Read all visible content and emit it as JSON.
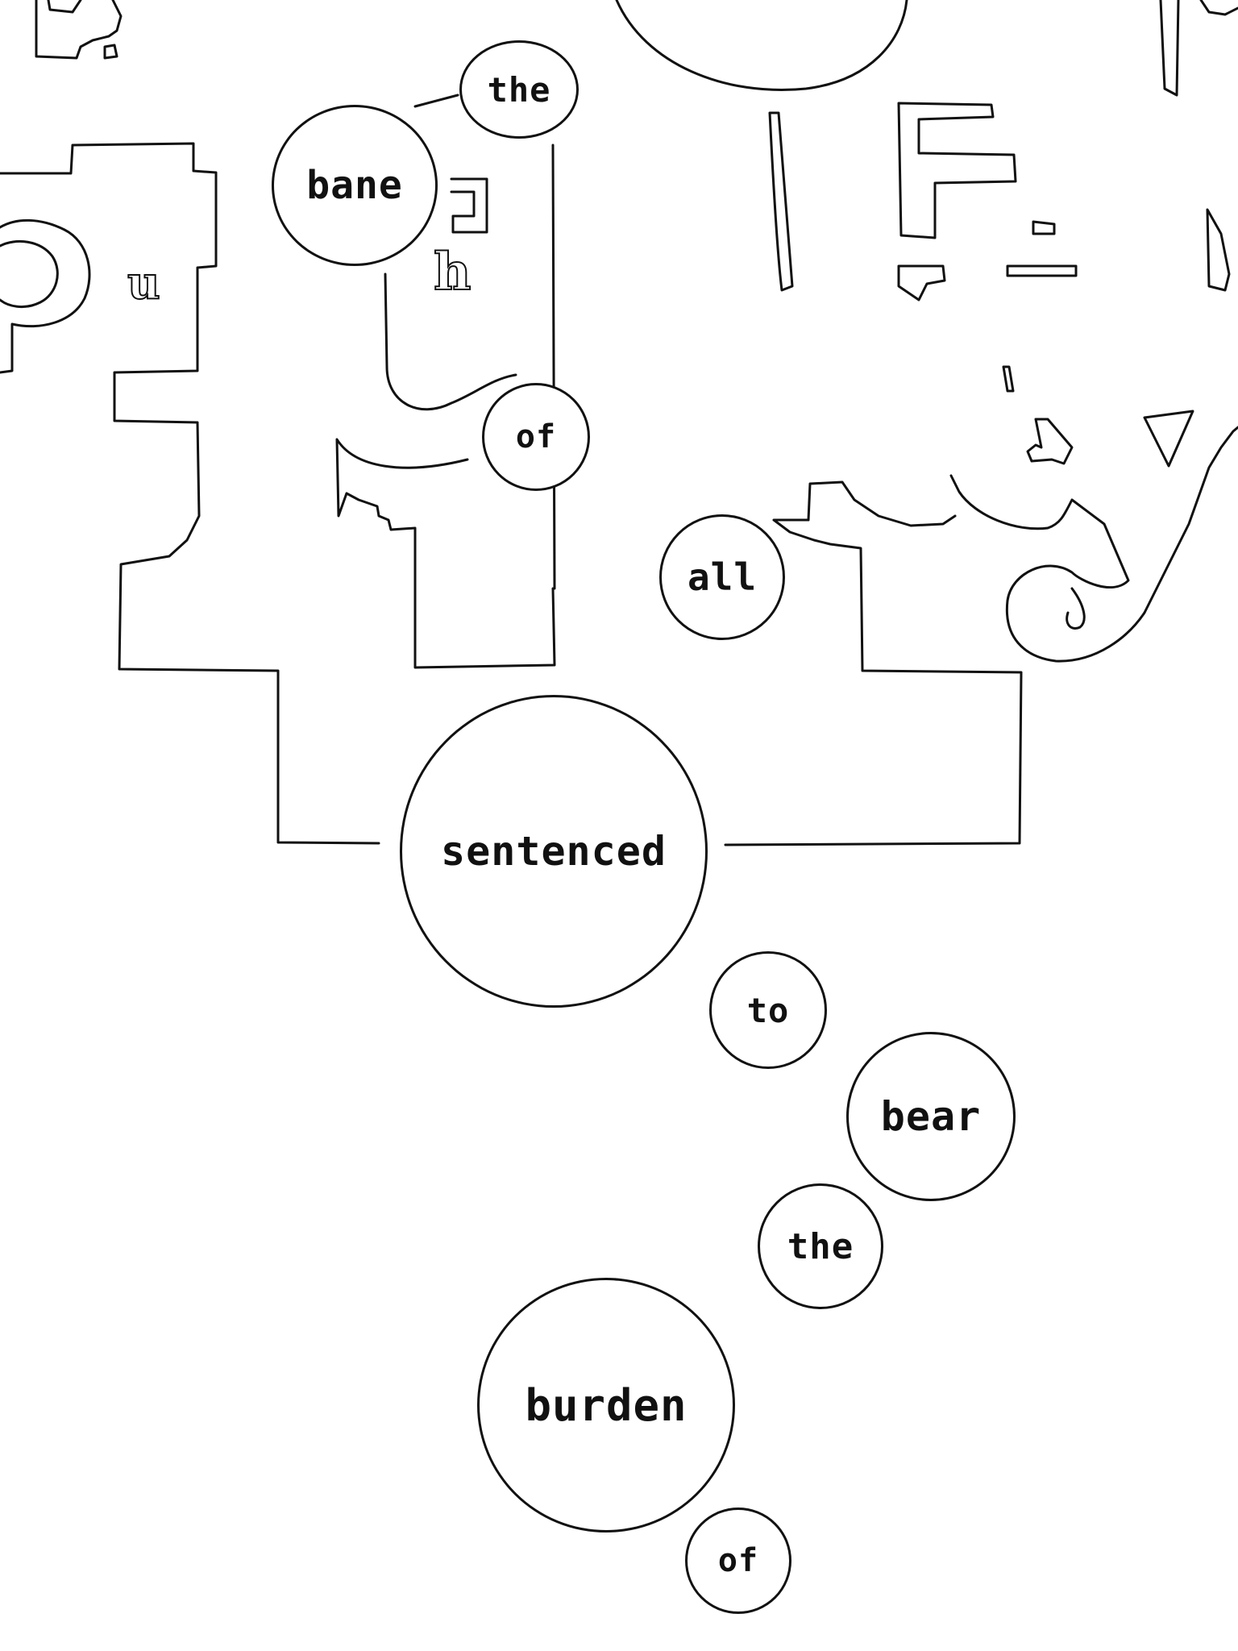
{
  "poem": {
    "words": [
      "the",
      "bane",
      "of",
      "all",
      "sentenced",
      "to",
      "bear",
      "the",
      "burden",
      "of"
    ]
  },
  "background_letters": {
    "letters": [
      "u",
      "h"
    ]
  },
  "colors": {
    "ink": "#111111",
    "paper": "#ffffff"
  }
}
